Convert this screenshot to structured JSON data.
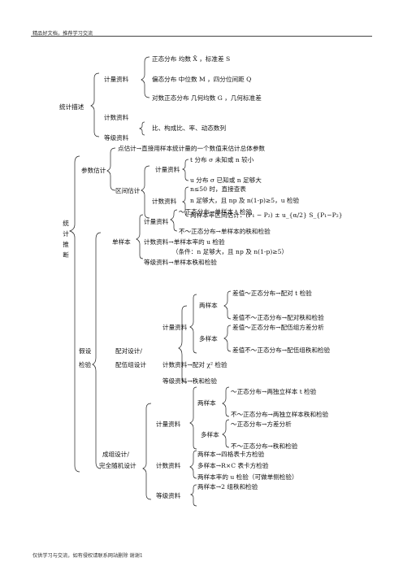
{
  "header": "精品好文档，推荐学习交流",
  "footer": "仅供学习与交流，如有侵权请联系网站删除  谢谢1",
  "desc": {
    "root": "统计描述",
    "measure": "计量资料",
    "m1": "正态分布       均数 X̄ ，标准差 S",
    "m2": "偏态分布       中位数 M ，四分位间距 Q",
    "m3": "对数正态分布     几何均数 G ，几何标准差",
    "count": "计数资料",
    "c1": "比、构成比、率、动态数列",
    "rank": "等级资料"
  },
  "infer": {
    "root_chars": [
      "统",
      "计",
      "推",
      "断"
    ],
    "param": "参数估计",
    "point": "点估计→直接用样本统计量的一个数值来估计总体参数",
    "interval": "区间估计",
    "iv_measure": "计量资料",
    "iv_t": "t 分布   σ 未知或 n 较小",
    "iv_u": "u 分布   σ 已知或 n 足够大",
    "iv_count": "计数资料",
    "iv_c1": "n≤50 时，直接查表",
    "iv_c2": "n 足够大，且 np 及 n(1-p)≥5，u 检验",
    "iv_c3": "两样本率区间估计：(P₁ − P₂) ± u_{α/2} S_{P₁−P₂}",
    "hyp1": "假设",
    "hyp2": "检验",
    "single": "单样本",
    "s_measure": "计量资料",
    "s_m1": "～正态分布→单样本 t 检验",
    "s_m2": "不～正态分布→单样本的秩和检验",
    "s_count": "计数资料→单样本率的 u 检验",
    "s_note": "（条件：n 足够大，且 np 及 n(1-p)≥5）",
    "s_rank": "等级资料→单样本秩和检验",
    "paired1": "配对设计/",
    "paired2": "配伍组设计",
    "p_measure": "计量资料",
    "p_two": "两样本",
    "p_t1": "差值～正态分布→配对 t 检验",
    "p_t2": "差值不～正态分布→配对秩和检验",
    "p_multi": "多样本",
    "p_m1": "差值～正态分布→配伍组方差分析",
    "p_m2": "差值不～正态分布→配伍组秩和检验",
    "p_count": "计数资料→配对 χ² 检验",
    "p_rank": "等级资料→秩和检验",
    "group1": "成组设计/",
    "group2": "完全随机设计",
    "g_measure": "计量资料",
    "g_two": "两样本",
    "g_t1": "～正态分布→两独立样本 t 检验",
    "g_t2": "不～正态分布→两独立样本秩和检验",
    "g_multi": "多样本",
    "g_m1": "～正态分布→方差分析",
    "g_m2": "不～正态分布→秩和检验",
    "g_count": "计数资料",
    "g_c1": "两样本→四格表卡方检验",
    "g_c2": "多样本→R×C 表卡方检验",
    "g_c3": "两样本率的 u 检验（可做单侧检验）",
    "g_rank": "等级资料",
    "g_r1": "两样本→2 组秩和检验"
  }
}
